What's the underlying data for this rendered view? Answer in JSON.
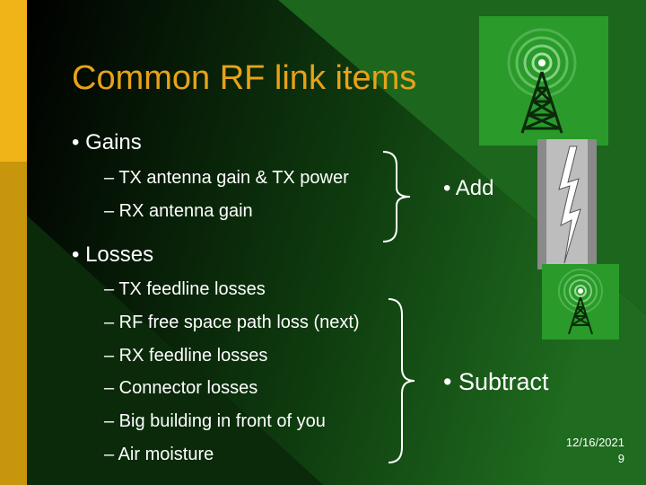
{
  "slide": {
    "title": "Common RF link items",
    "gains": {
      "heading": "• Gains",
      "items": [
        "– TX antenna gain & TX power",
        "– RX antenna gain"
      ],
      "result": "• Add"
    },
    "losses": {
      "heading": "• Losses",
      "items": [
        "– TX feedline losses",
        "– RF free space path loss (next)",
        "– RX feedline losses",
        "– Connector losses",
        "– Big building in front of you",
        "– Air moisture"
      ],
      "result": "• Subtract"
    },
    "footer": {
      "date": "12/16/2021",
      "page": "9"
    }
  },
  "icons": [
    "tower-antenna-icon",
    "lightning-bolt-icon",
    "tower-antenna-icon"
  ],
  "colors": {
    "title": "#e8a21a",
    "left_bar": "#f0b418",
    "background_green": "#1f6b1f",
    "icon_green": "#2a9a2a"
  }
}
